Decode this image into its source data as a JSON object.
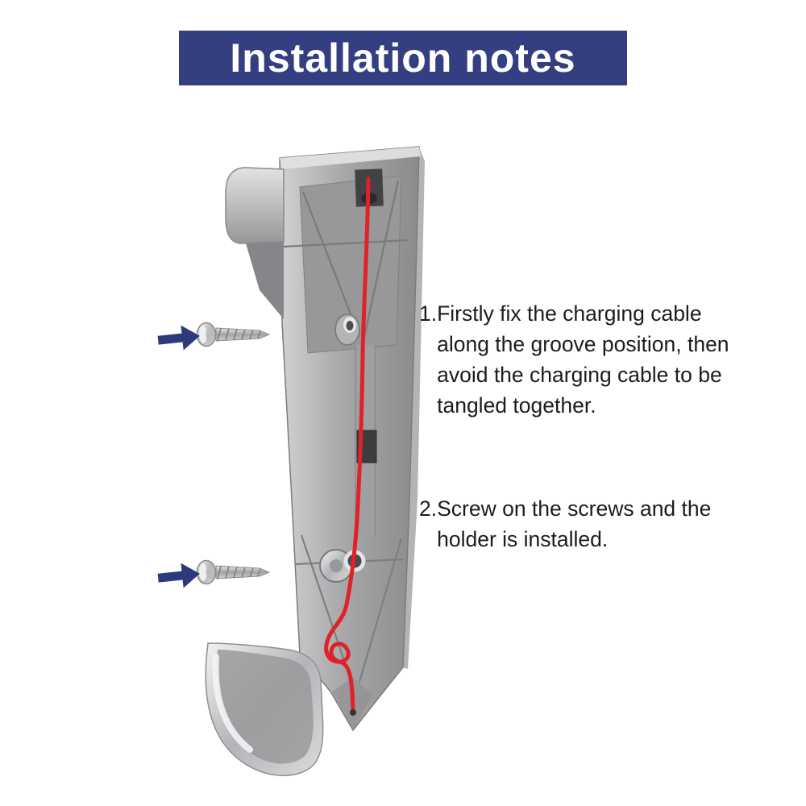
{
  "banner": {
    "title": "Installation notes"
  },
  "steps": [
    {
      "number": "1.",
      "text": "Firstly fix the charging cable along the groove position, then avoid the charging cable to be tangled together."
    },
    {
      "number": "2.",
      "text": "Screw on the screws and the holder is installed."
    }
  ],
  "illustration": {
    "subject": "wall-mount charging dock bracket with routed charging cable, two mounting screws and pointer arrows"
  },
  "colors": {
    "background": "#ffffff",
    "banner-bg": "#333f80",
    "banner-text": "#ffffff",
    "body-text": "#1c1c1c",
    "arrow-color": "#2c3a7c",
    "cable-color": "#e02128"
  }
}
